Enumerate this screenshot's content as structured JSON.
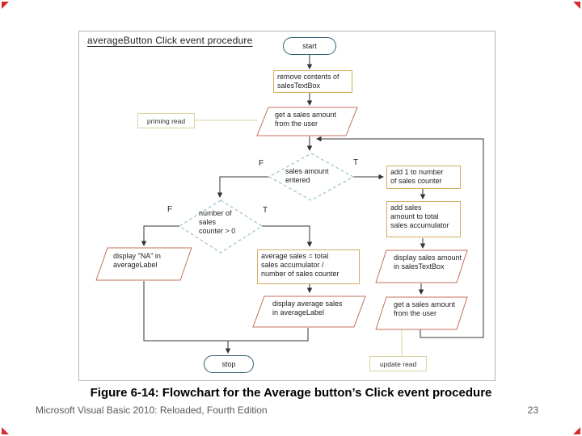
{
  "page": {
    "caption": "Figure 6-14: Flowchart for the Average button’s Click event procedure",
    "footer_left": "Microsoft Visual Basic 2010: Reloaded, Fourth Edition",
    "page_number": "23"
  },
  "flowchart": {
    "title": "averageButton Click event procedure",
    "nodes": {
      "start": "start",
      "remove_sales": "remove contents of\nsalesTextBox",
      "get_sales_priming": "get a sales amount\nfrom the user",
      "sales_entered": "sales amount\nentered",
      "add_counter": "add 1 to number\nof sales counter",
      "add_accumulator": "add sales\namount to total\nsales accumulator",
      "display_sales": "display sales amount\nin salesTextBox",
      "get_sales_update": "get a sales amount\nfrom the user",
      "counter_check": "number of\nsales\ncounter > 0",
      "display_na": "display \"NA\" in\naverageLabel",
      "calc_average": "average sales = total\nsales accumulator /\nnumber of sales counter",
      "display_average": "display average sales\nin averageLabel",
      "stop": "stop"
    },
    "annotations": {
      "priming_read": "priming read",
      "update_read": "update read"
    },
    "branch_labels": {
      "entered_false": "F",
      "entered_true": "T",
      "counter_false": "F",
      "counter_true": "T"
    },
    "colors": {
      "terminal_border": "#2f6272",
      "process_border": "#d4ab5e",
      "io_border": "#c4705c",
      "decision_border": "#9cc3cb",
      "annotation_border": "#d9d2a2",
      "connector": "#333333",
      "frame_border": "#b5b5b5",
      "corner_accent": "#d22b2b",
      "footer_text": "#595959"
    }
  }
}
